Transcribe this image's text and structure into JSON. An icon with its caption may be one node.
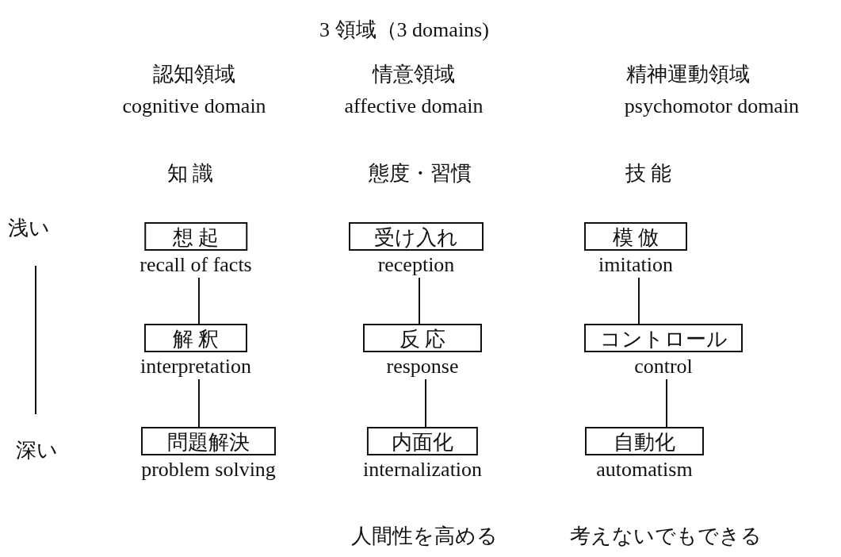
{
  "diagram": {
    "title": "3 領域（3 domains)",
    "nodes": [
      {
        "text": [
          "想 起"
        ],
        "beside": [
          "recall of facts"
        ]
      },
      {
        "text": [
          "受け入れ"
        ],
        "beside": [
          "reception"
        ]
      },
      {
        "text": [
          "模 倣"
        ],
        "beside": [
          "imitation"
        ]
      },
      {
        "text": [
          "解 釈"
        ],
        "beside": [
          "interpretation"
        ]
      },
      {
        "text": [
          "反 応"
        ],
        "beside": [
          "response"
        ]
      },
      {
        "text": [
          "コントロール"
        ],
        "beside": [
          "control"
        ]
      },
      {
        "text": [
          "問題解決"
        ],
        "beside": [
          "problem solving"
        ]
      },
      {
        "text": [
          "内面化"
        ],
        "beside": [
          "internalization"
        ]
      },
      {
        "text": [
          "自動化"
        ],
        "beside": [
          "automatism"
        ]
      }
    ],
    "edges": [
      {
        "from": 0,
        "to": 3,
        "arrow": "none"
      },
      {
        "from": 3,
        "to": 6,
        "arrow": "none"
      },
      {
        "from": 1,
        "to": 4,
        "arrow": "none"
      },
      {
        "from": 4,
        "to": 7,
        "arrow": "none"
      },
      {
        "from": 2,
        "to": 5,
        "arrow": "none"
      },
      {
        "from": 5,
        "to": 8,
        "arrow": "none"
      }
    ],
    "labels": [
      "認知領域",
      "情意領域",
      "精神運動領域",
      "cognitive domain",
      "affective domain",
      "psychomotor domain",
      "知 識",
      "態度・習慣",
      "技 能",
      "浅い",
      "深い",
      "人間性を高める",
      "考えないでもできる"
    ]
  }
}
